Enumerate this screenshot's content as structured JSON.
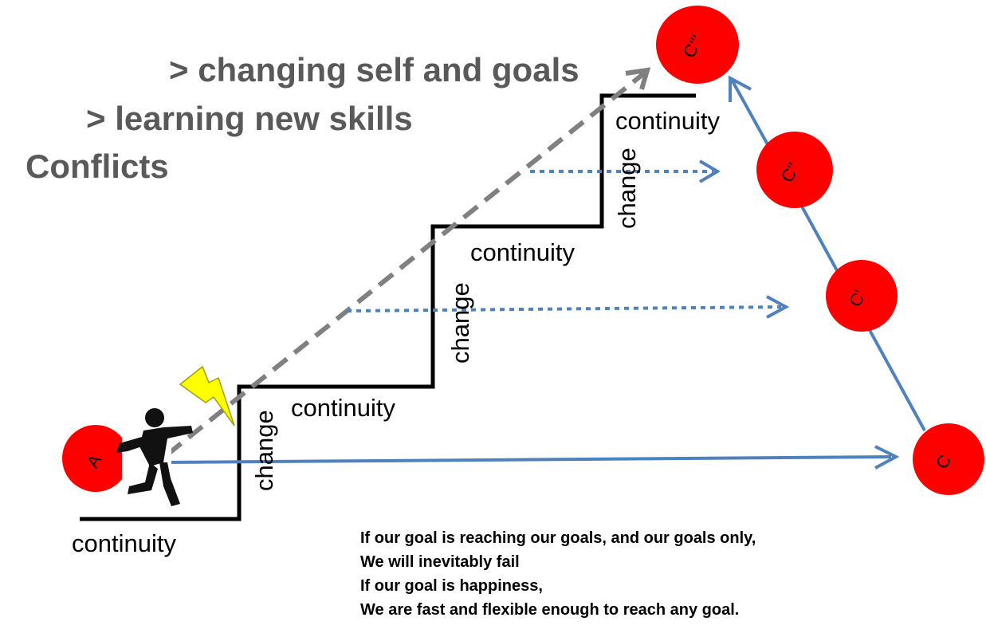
{
  "headings": {
    "changing": "> changing self and goals",
    "learning": ">  learning new skills",
    "conflicts": "Conflicts"
  },
  "labels": {
    "continuity": "continuity",
    "change": "change"
  },
  "circles": {
    "start": "A",
    "c0": "C",
    "c1": "C'",
    "c2": "C''",
    "c3": "C'''"
  },
  "quote": {
    "line1": "If our goal is reaching our goals, and our goals only,",
    "line2": "We will inevitably fail",
    "line3": "If our goal is happiness,",
    "line4": "We are fast and flexible enough to reach any goal."
  },
  "colors": {
    "circle_fill": "#ff0000",
    "arrow_blue": "#4f81bd",
    "dashed_gray": "#808080",
    "heading_gray": "#595959",
    "lightning": "#ffff00"
  }
}
